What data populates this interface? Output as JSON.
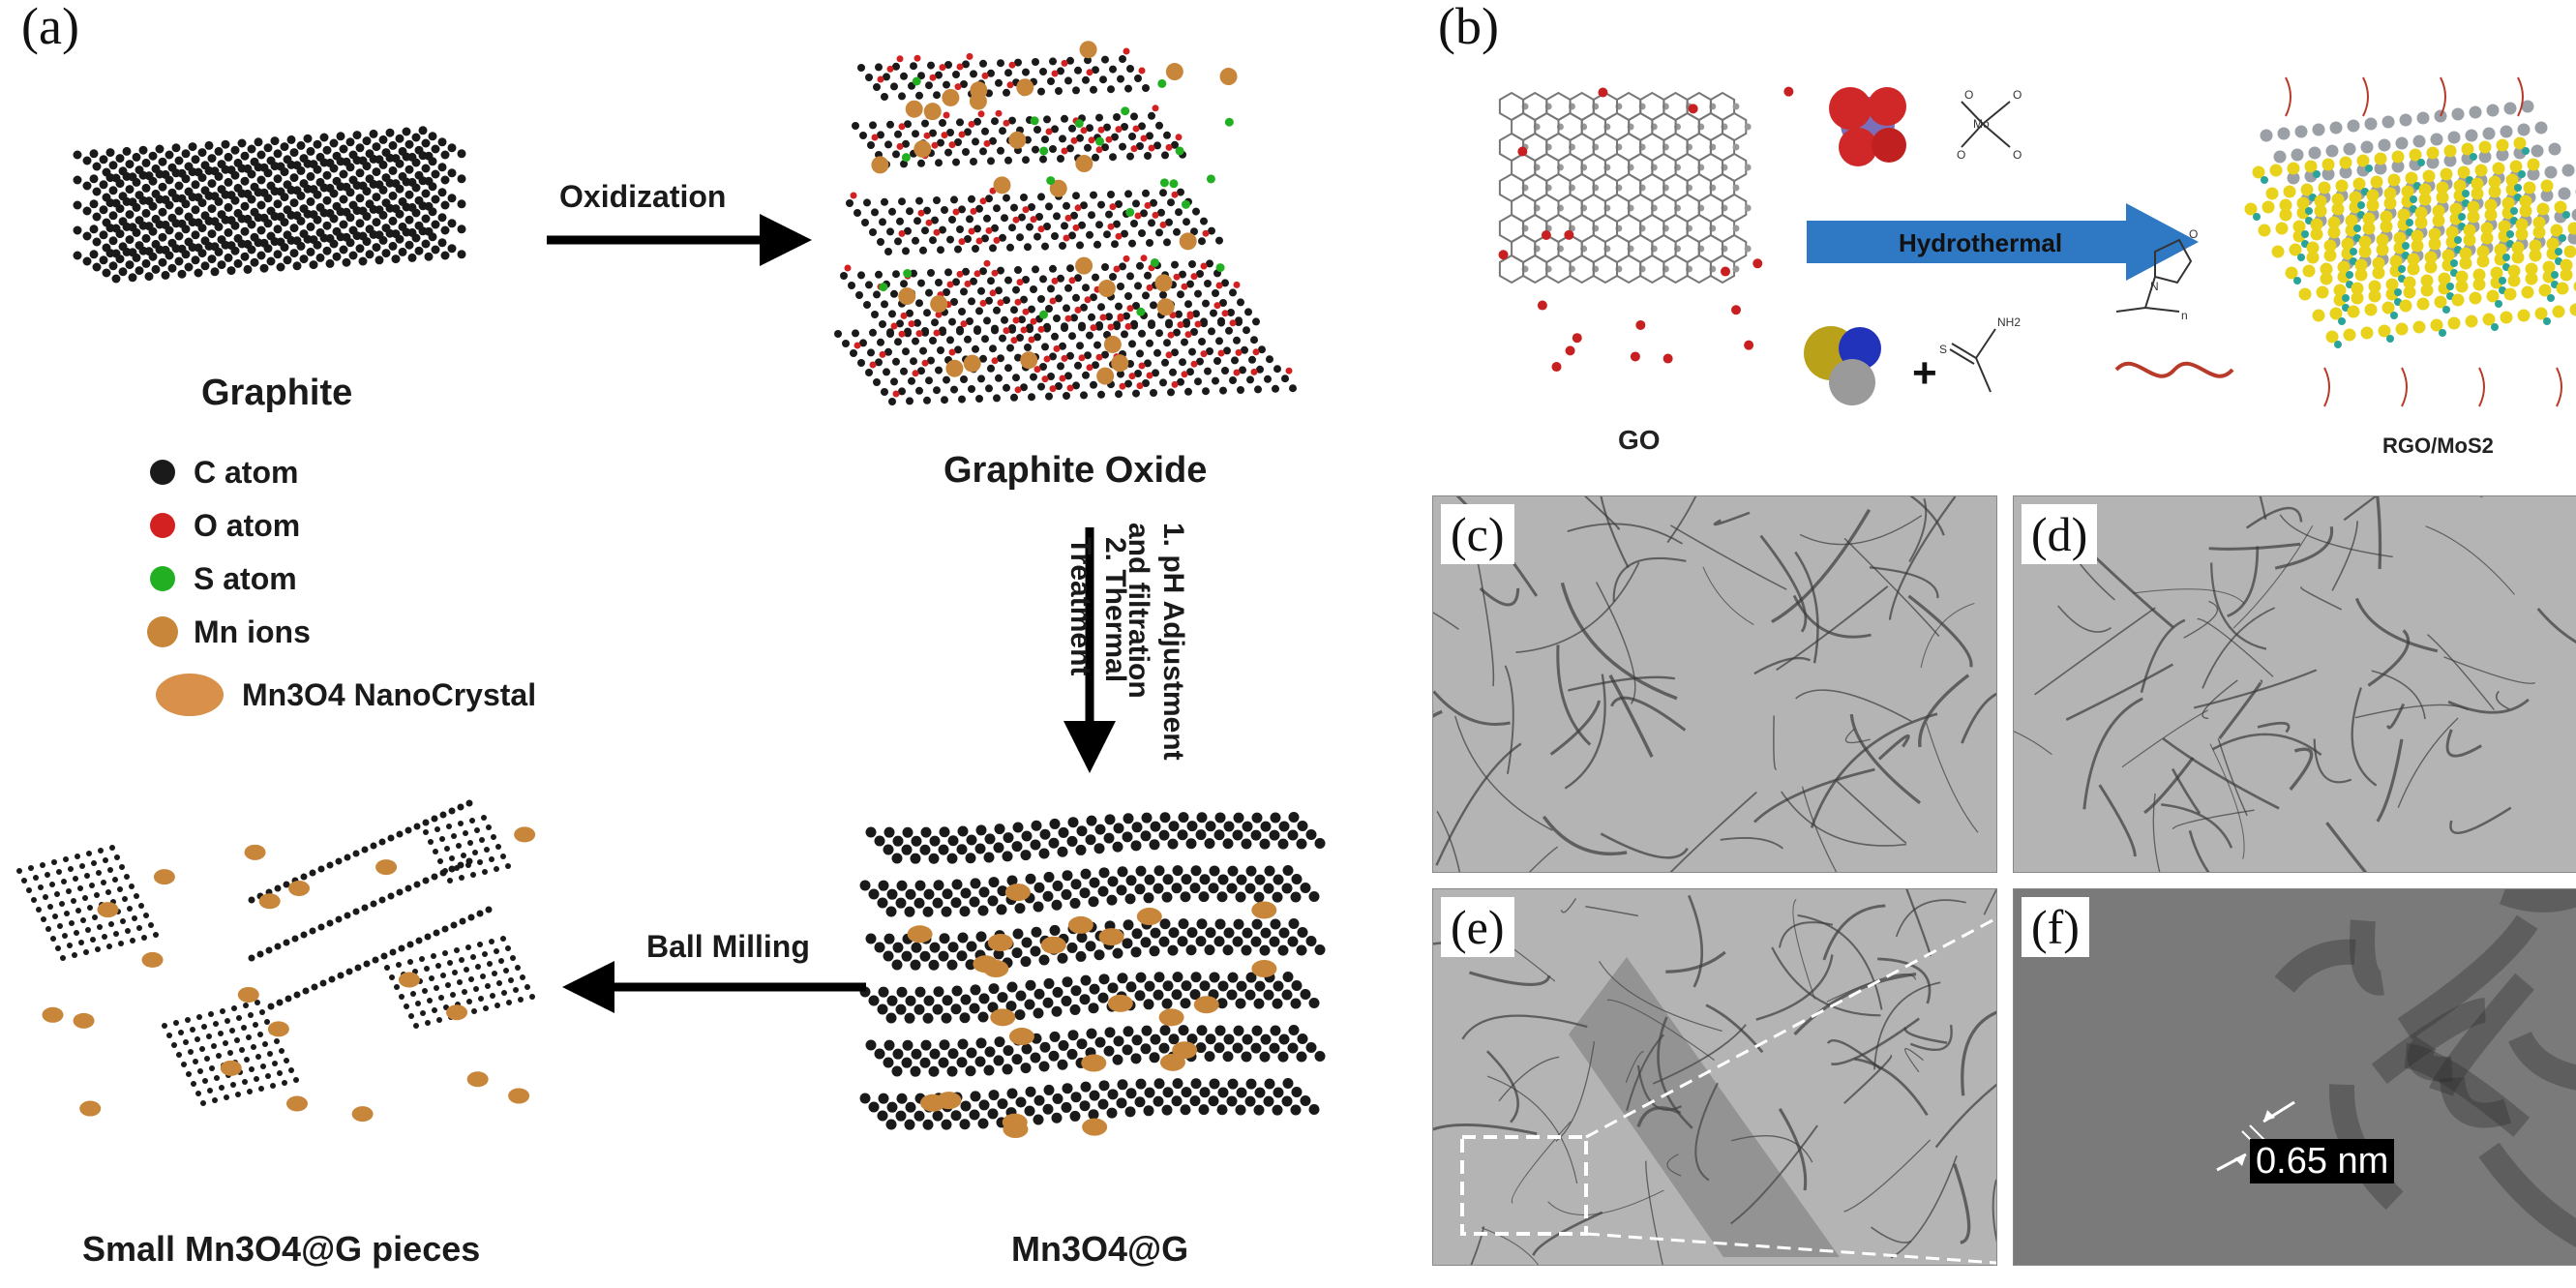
{
  "panel_a": {
    "tag": "(a)",
    "graphite_label": "Graphite",
    "graphite_oxide_label": "Graphite Oxide",
    "oxidization_label": "Oxidization",
    "step1_line1": "1. pH Adjustment",
    "step1_line2": "and filtration",
    "step2_line1": "2. Thermal",
    "step2_line2": "Treatment",
    "ball_milling_label": "Ball Milling",
    "mn3o4g_label": "Mn3O4@G",
    "small_pieces_label": "Small Mn3O4@G pieces",
    "legend": [
      {
        "label": "C atom",
        "color": "#1a1a1a",
        "icon": "c-atom-icon"
      },
      {
        "label": "O atom",
        "color": "#d32020",
        "icon": "o-atom-icon"
      },
      {
        "label": "S atom",
        "color": "#22b022",
        "icon": "s-atom-icon"
      },
      {
        "label": "Mn ions",
        "color": "#c8863a",
        "icon": "mn-ion-icon"
      },
      {
        "label": "Mn3O4 NanoCrystal",
        "color": "#d8904a",
        "icon": "nanocrystal-icon"
      }
    ]
  },
  "panel_b": {
    "tag": "(b)",
    "go_label": "GO",
    "hydrothermal_label": "Hydrothermal",
    "product_label": "RGO/MoS2",
    "plus_sign": "+",
    "molybdate_labels": [
      "O",
      "O",
      "Mo",
      "O",
      "O"
    ],
    "thioacetamide_labels": [
      "NH2",
      "S"
    ],
    "pvp_labels": [
      "O",
      "N",
      "n"
    ]
  },
  "tem_panels": {
    "c_tag": "(c)",
    "d_tag": "(d)",
    "e_tag": "(e)",
    "f_tag": "(f)",
    "lattice_spacing": "0.65 nm"
  },
  "colors": {
    "arrow_blue": "#2f78c4",
    "carbon": "#1a1a1a",
    "oxygen": "#d32020",
    "sulfur_green": "#22b022",
    "manganese": "#c8863a",
    "mos2_yellow": "#e8d21c",
    "mo_teal": "#2aa39a"
  }
}
